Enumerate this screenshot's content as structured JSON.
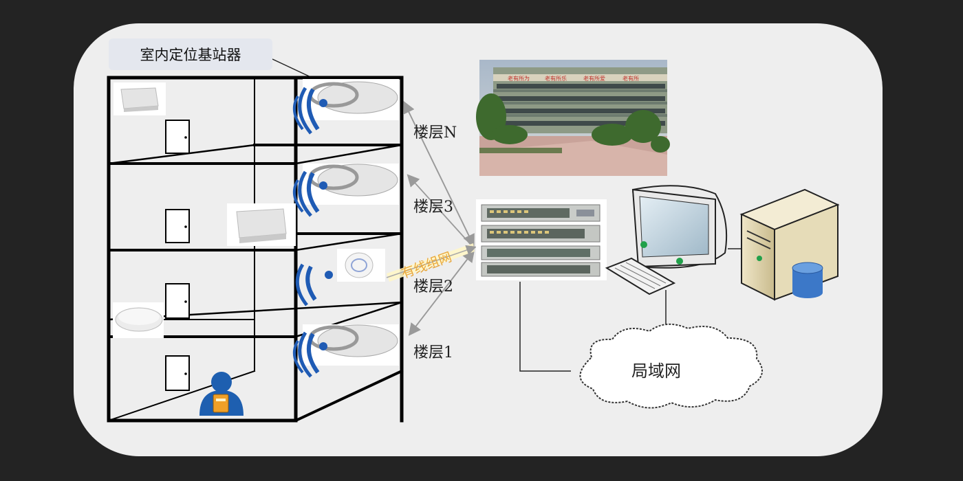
{
  "callout_label": "室内定位基站器",
  "floor_labels": [
    "楼层N",
    "楼层3",
    "楼层2",
    "楼层1"
  ],
  "wired_label": "有线组网",
  "lan_label": "局域网",
  "banner_texts": [
    "老有所为",
    "老有所乐",
    "老有所爱",
    "老有所"
  ],
  "colors": {
    "background": "#232323",
    "panel": "#eeeeee",
    "building_line": "#000000",
    "signal": "#1f5bb4",
    "wired_text": "#e8a63a",
    "person": "#1e5fb0",
    "server": "#d9cda4"
  }
}
